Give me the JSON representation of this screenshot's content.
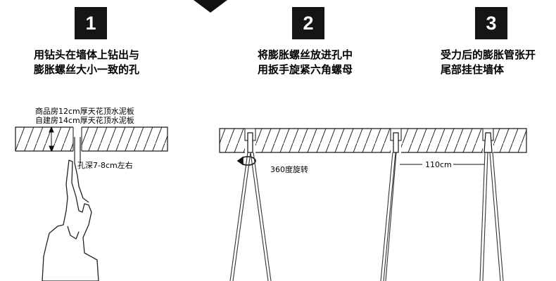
{
  "steps": [
    {
      "number": "1",
      "lines": [
        "用钻头在墙体上钻出与",
        "膨胀螺丝大小一致的孔"
      ]
    },
    {
      "number": "2",
      "lines": [
        "将膨胀螺丝放进孔中",
        "用扳手旋紧六角螺母"
      ]
    },
    {
      "number": "3",
      "lines": [
        "受力后的膨胀管张开",
        "尾部挂住墙体"
      ]
    }
  ],
  "annotations": {
    "ceiling_type_1": "商品房12cm厚天花顶水泥板",
    "ceiling_type_2": "自建房14cm厚天花顶水泥板",
    "hole_depth": "孔深7-8cm左右",
    "rotation": "360度旋转",
    "spacing": "110cm"
  }
}
